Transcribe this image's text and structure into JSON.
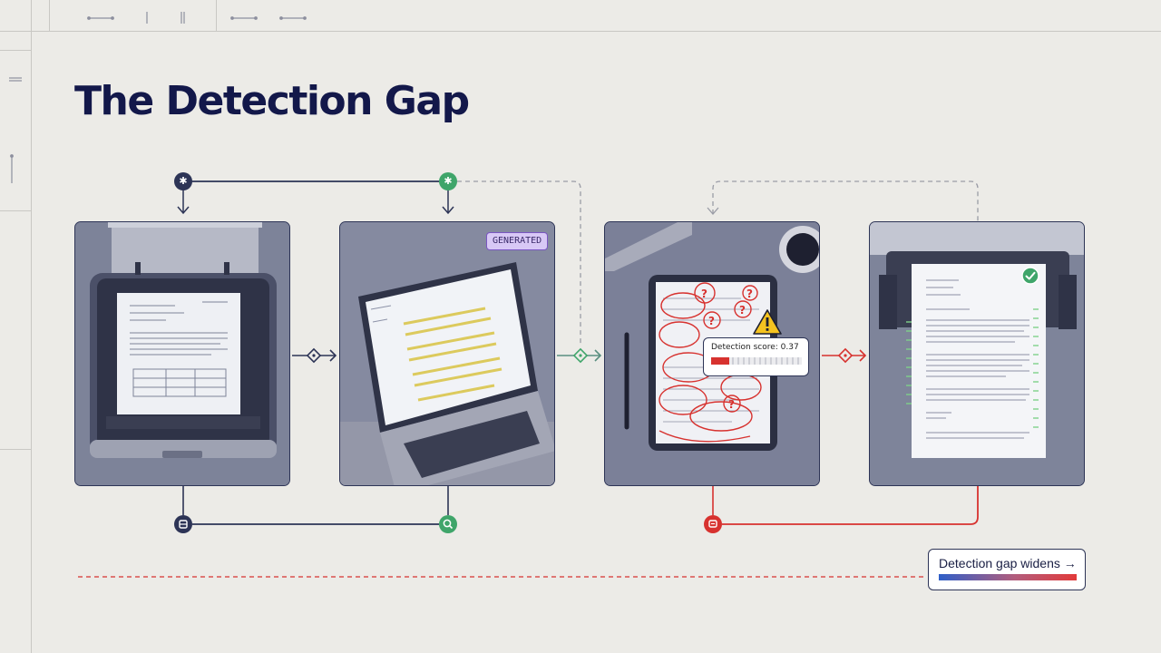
{
  "title": "The Detection Gap",
  "panels": {
    "scan_badge_text": "GENERATED",
    "review_score_text": "Detection score: 0.37"
  },
  "legend": {
    "label": "Detection gap widens",
    "arrow": "→"
  },
  "colors": {
    "navy": "#2d3456",
    "green": "#3fa56a",
    "red": "#d7322f",
    "panel_bg": "#7c8299",
    "background": "#ecebe7"
  },
  "icons": {
    "node_top_1": "asterisk-icon",
    "node_top_2": "asterisk-icon",
    "node_bottom_1": "scanner-icon",
    "node_bottom_2": "magnifier-icon",
    "node_bottom_3": "flag-icon",
    "warning": "warning-icon",
    "check": "check-icon"
  }
}
